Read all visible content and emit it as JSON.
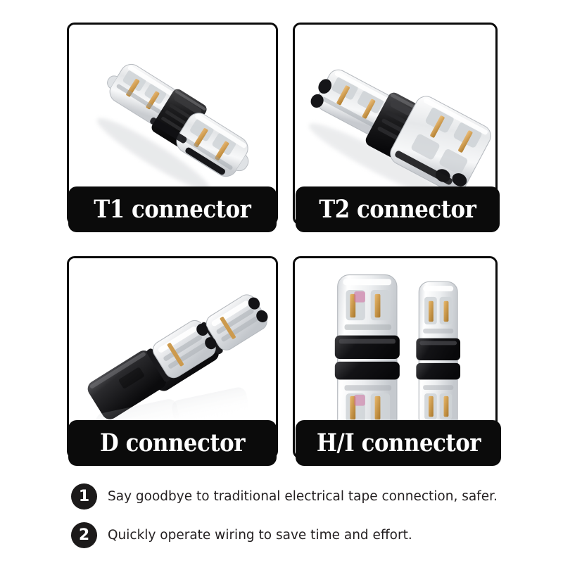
{
  "page": {
    "background_color": "#ffffff",
    "accent_color": "#0b0b0b",
    "text_color": "#231f20"
  },
  "panels": [
    {
      "id": "t1",
      "caption": "T1 connector",
      "product_name": "T1 connector",
      "image_alt": "clear plastic T1 wire connector with black clamp, diagonal view"
    },
    {
      "id": "t2",
      "caption": "T2 connector",
      "product_name": "T2 connector",
      "image_alt": "clear plastic T2 T-tap wire connector with black clamp body"
    },
    {
      "id": "d",
      "caption": "D connector",
      "product_name": "D connector",
      "image_alt": "two D connectors with black bodies and clear ends"
    },
    {
      "id": "hi",
      "caption": "H/I connector",
      "product_name": "H/I connector",
      "image_alt": "two vertical H/I connectors, clear bodies with black mid bands"
    }
  ],
  "features": [
    {
      "number": "1",
      "text": "Say goodbye to traditional electrical tape connection, safer."
    },
    {
      "number": "2",
      "text": "Quickly operate wiring to save time and effort."
    }
  ]
}
